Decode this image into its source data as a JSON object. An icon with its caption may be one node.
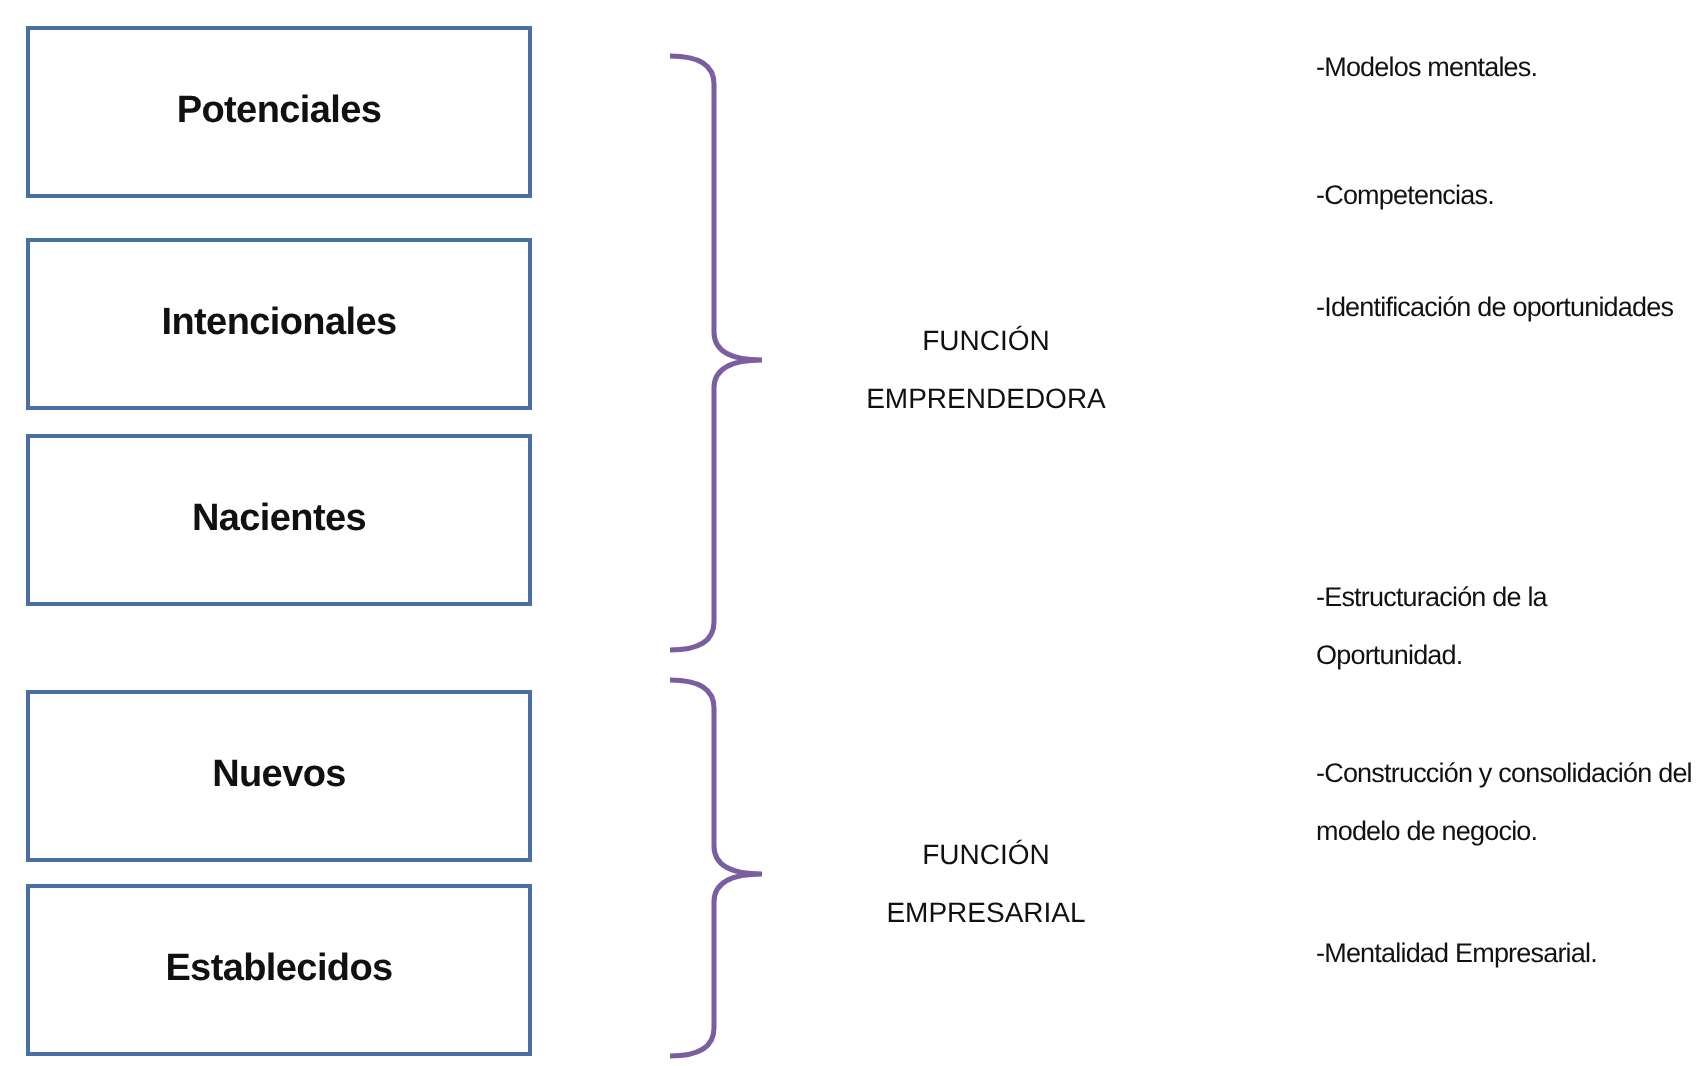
{
  "diagram": {
    "nodes": [
      {
        "text": [
          "Potenciales"
        ]
      },
      {
        "text": [
          "Intencionales"
        ]
      },
      {
        "text": [
          "Nacientes"
        ]
      },
      {
        "text": [
          "Nuevos"
        ]
      },
      {
        "text": [
          "Establecidos"
        ]
      }
    ],
    "labels": [
      "FUNCIÓN EMPRENDEDORA",
      "FUNCIÓN EMPRESARIAL",
      "-Modelos mentales.",
      "-Competencias.",
      "-Identificación de oportunidades",
      "-Estructuración de la Oportunidad.",
      "-Construcción y consolidación del modelo de negocio.",
      "-Mentalidad Empresarial."
    ]
  }
}
